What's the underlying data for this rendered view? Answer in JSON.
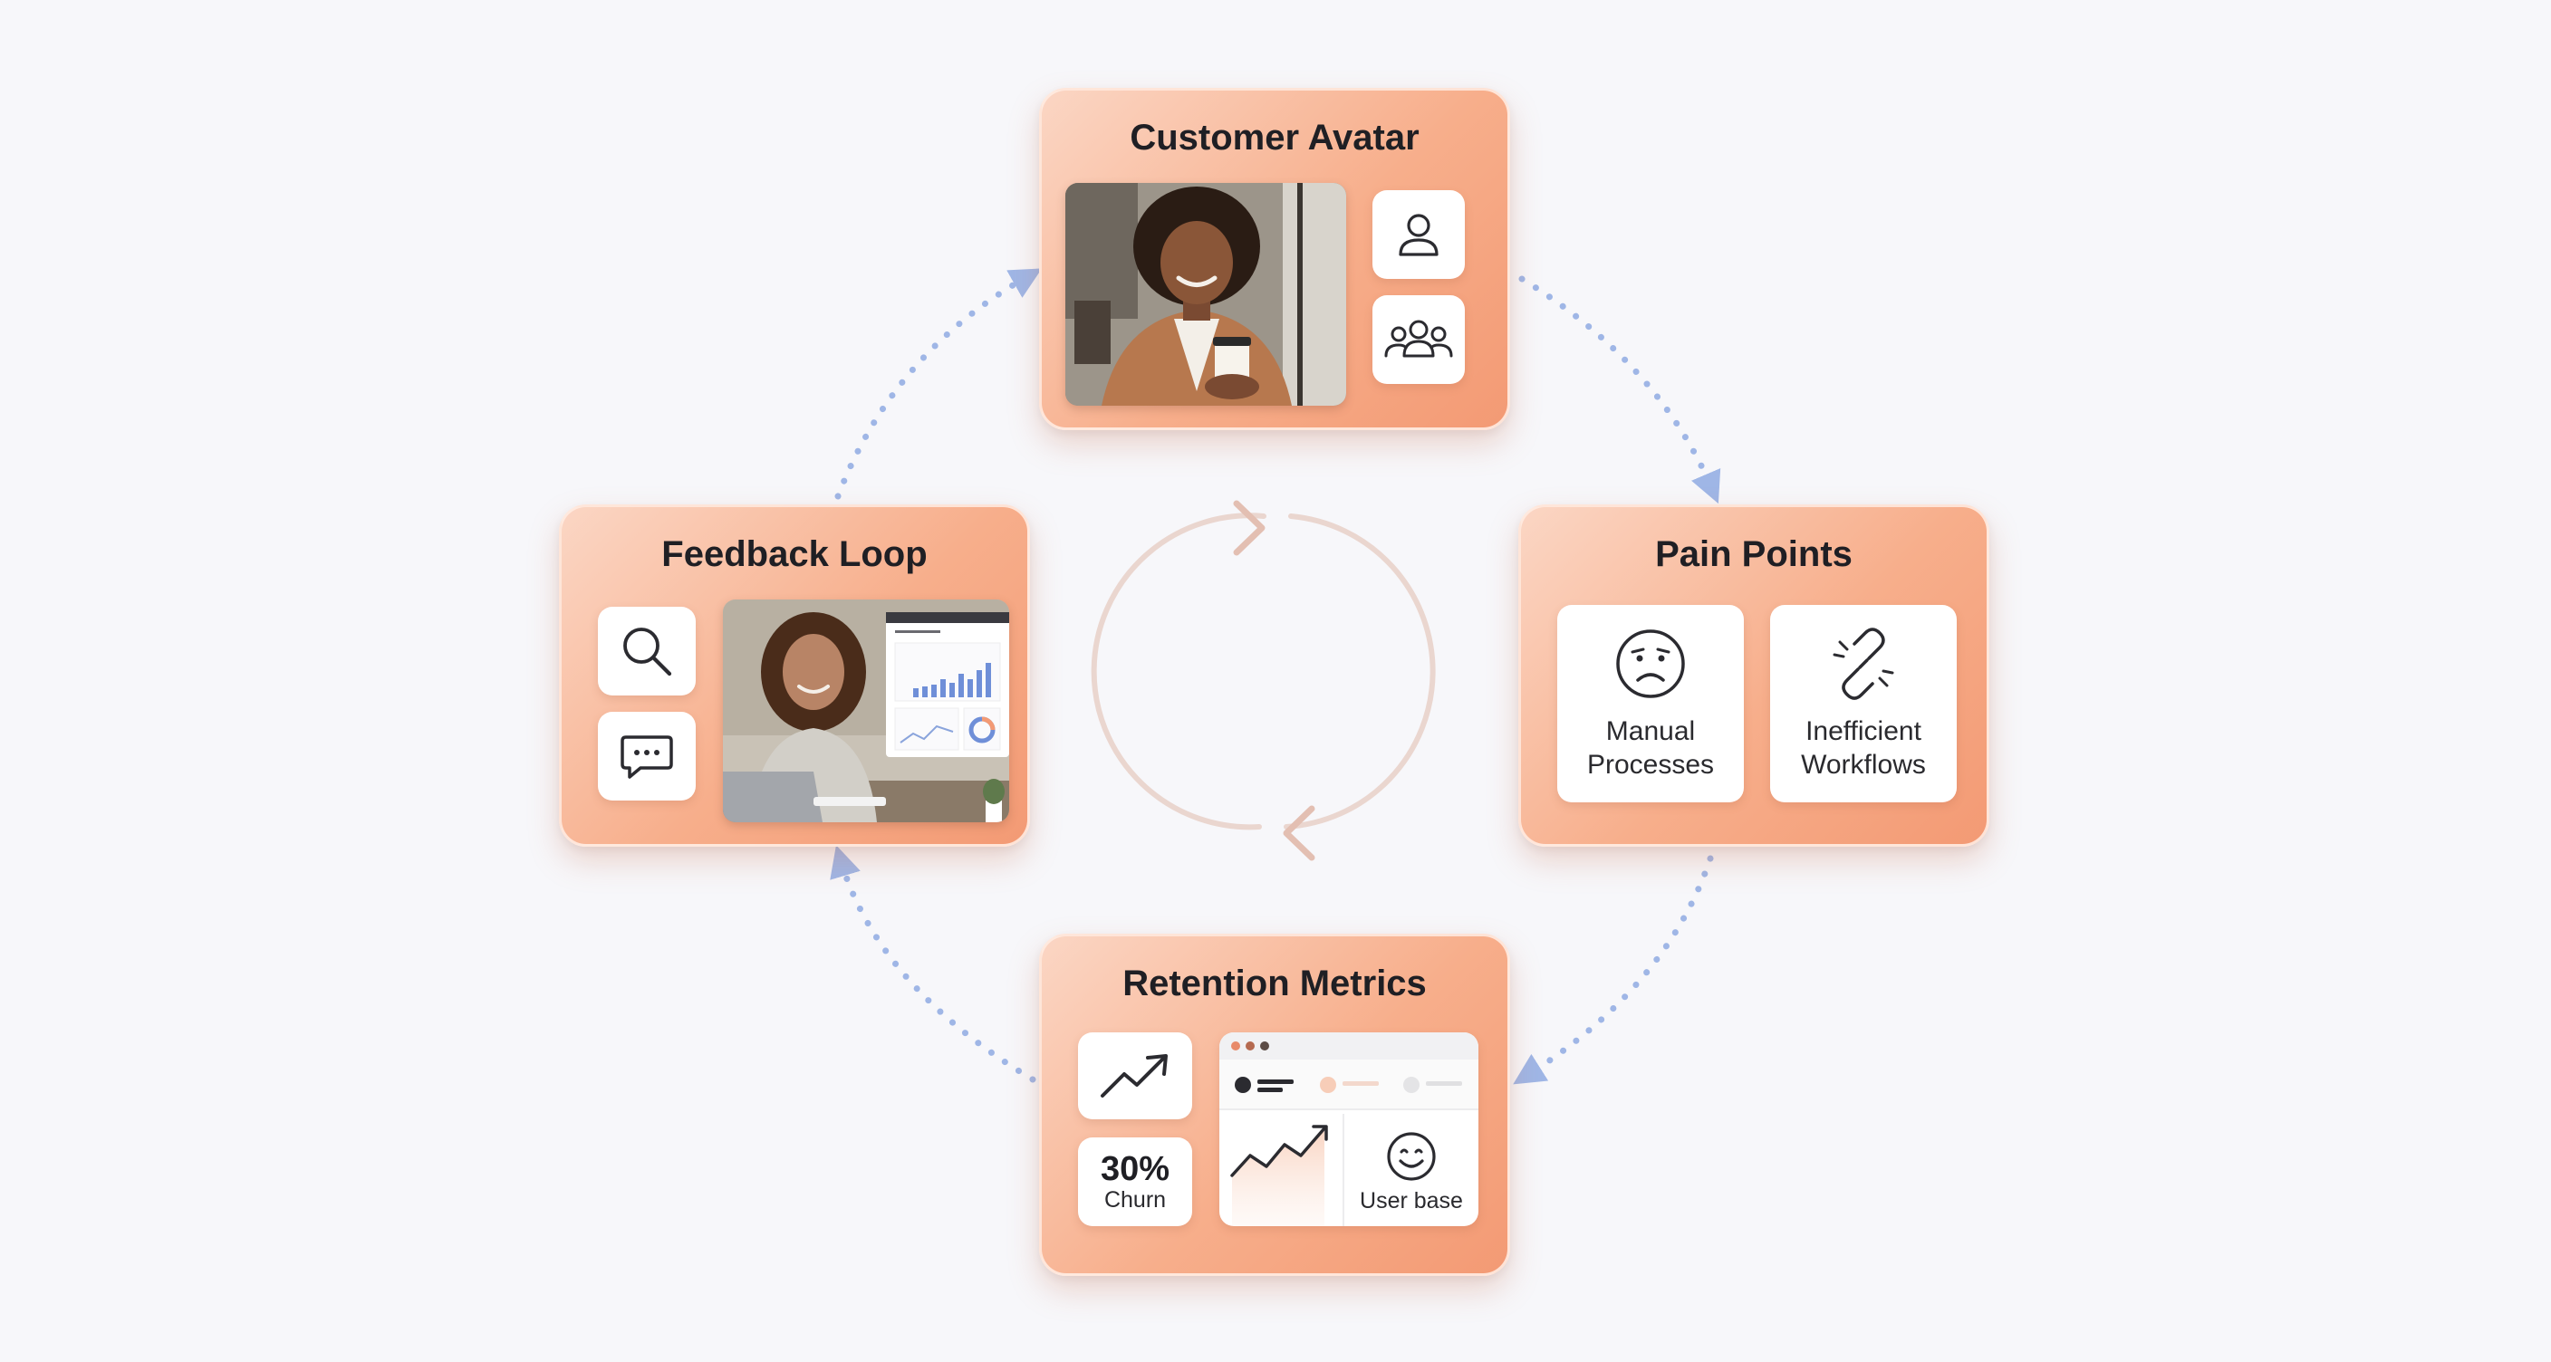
{
  "nodes": {
    "customer_avatar": {
      "title": "Customer Avatar"
    },
    "pain_points": {
      "title": "Pain Points",
      "items": [
        {
          "label_line1": "Manual",
          "label_line2": "Processes"
        },
        {
          "label_line1": "Inefficient",
          "label_line2": "Workflows"
        }
      ]
    },
    "retention_metrics": {
      "title": "Retention Metrics",
      "churn_value": "30%",
      "churn_label": "Churn",
      "user_base_label": "User base"
    },
    "feedback_loop": {
      "title": "Feedback Loop"
    }
  },
  "colors": {
    "card_light": "#fbd6c4",
    "card_dark": "#f39a74",
    "connector": "#9fb6e6",
    "cycle_arrow": "#e8c8bc",
    "chart_bar": "#6f8fd8"
  },
  "icons": [
    "user-icon",
    "users-group-icon",
    "sad-face-icon",
    "broken-link-icon",
    "trend-up-icon",
    "smile-face-icon",
    "search-icon",
    "chat-bubble-icon"
  ]
}
